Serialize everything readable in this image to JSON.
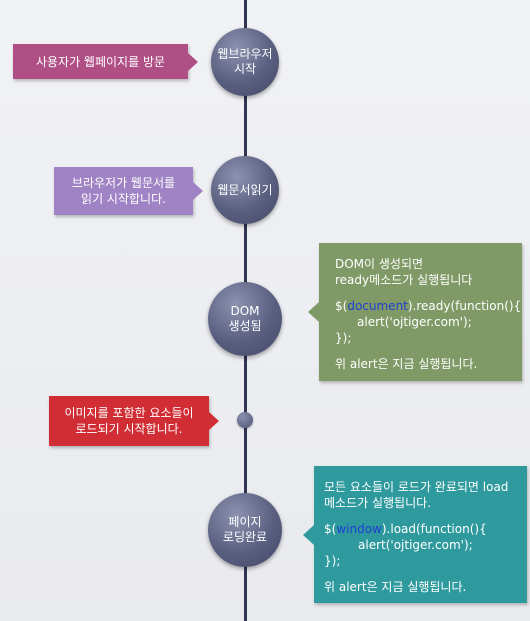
{
  "colors": {
    "line": "#2f3552",
    "node": "#5a5f80",
    "box1": "#b04f85",
    "box2": "#9f83c4",
    "box3": "#7f9a66",
    "box4": "#d12d34",
    "box5": "#2e9a9e",
    "keyword": "#1f3fd0"
  },
  "nodes": {
    "browser_start": "웹브라우저\n시작",
    "read_doc": "웹문서읽기",
    "dom_created": "DOM\n생성됨",
    "page_loaded": "페이지\n로딩완료"
  },
  "boxes": {
    "visit": "사용자가 웹페이지를 방문",
    "read": "브라우저가 웹문서를\n읽기 시작합니다.",
    "images": "이미지를 포함한 요소들이\n로드되기 시작합니다.",
    "ready": {
      "line1": "DOM이 생성되면",
      "line2": "ready메소드가 실행됩니다",
      "code_prefix": "$(",
      "code_kw": "document",
      "code_rest": ").ready(function(){",
      "code_body": "alert('ojtiger.com');",
      "code_end": "});",
      "note": "위 alert은 지금 실행됩니다."
    },
    "load": {
      "line1": "모든 요소들이 로드가 완료되면 load",
      "line2": "메소드가 실행됩니다.",
      "code_prefix": "$(",
      "code_kw": "window",
      "code_rest": ").load(function(){",
      "code_body": "alert('ojtiger.com');",
      "code_end": "});",
      "note": "위 alert은 지금 실행됩니다."
    }
  }
}
